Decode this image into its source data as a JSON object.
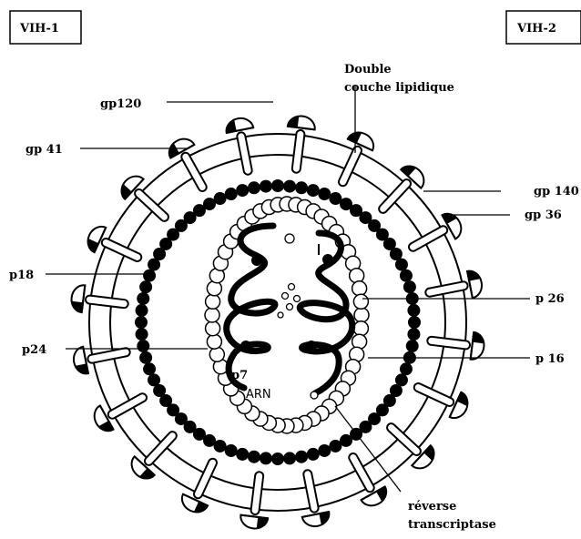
{
  "boxes": {
    "left": "VIH-1",
    "right": "VIH-2"
  },
  "labels": {
    "double_line1": "Double",
    "double_line2": "couche lipidique",
    "gp120": "gp120",
    "gp41": "gp 41",
    "gp140": "gp 140",
    "gp36": "gp 36",
    "p18": "p18",
    "p24": "p24",
    "p26": "p 26",
    "p16": "p 16",
    "p7": "p7",
    "arn": "ARN",
    "rt_line1": "réverse",
    "rt_line2": "transcriptase"
  },
  "colors": {
    "stroke": "#000000",
    "fill": "#ffffff",
    "matrix": "#000000"
  }
}
